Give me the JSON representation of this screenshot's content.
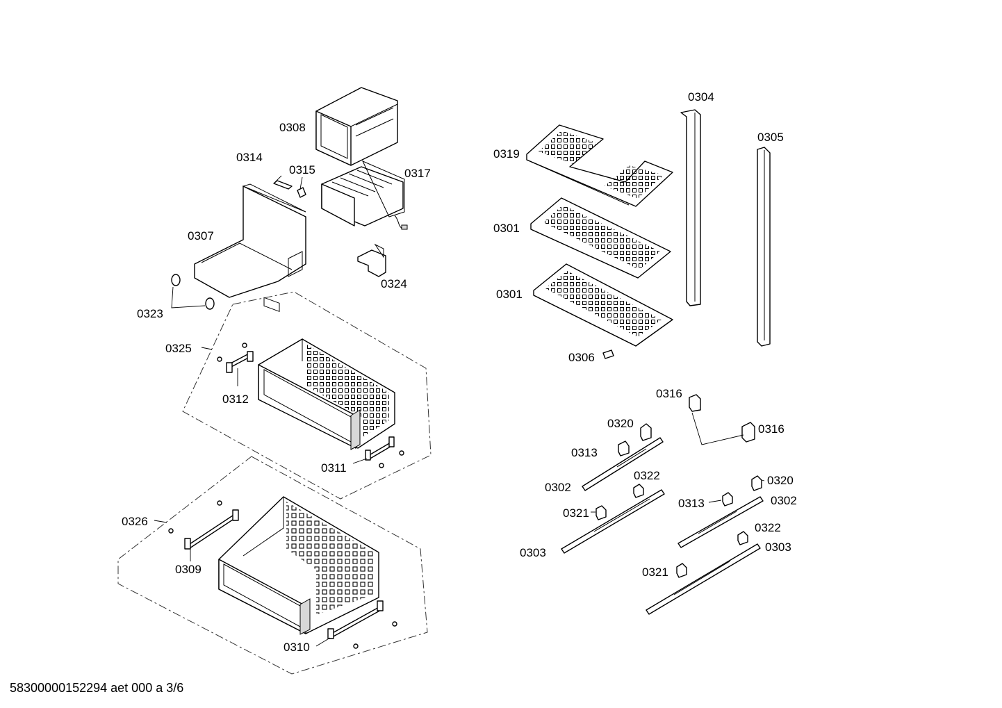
{
  "labels": {
    "l0308": "0308",
    "l0314": "0314",
    "l0315": "0315",
    "l0317": "0317",
    "l0307": "0307",
    "l0324": "0324",
    "l0323": "0323",
    "l0325": "0325",
    "l0312": "0312",
    "l0311": "0311",
    "l0326": "0326",
    "l0309": "0309",
    "l0310": "0310",
    "l0304": "0304",
    "l0305": "0305",
    "l0319": "0319",
    "l0301a": "0301",
    "l0301b": "0301",
    "l0306": "0306",
    "l0316a": "0316",
    "l0316b": "0316",
    "l0320a": "0320",
    "l0313a": "0313",
    "l0322a": "0322",
    "l0302a": "0302",
    "l0321a": "0321",
    "l0303a": "0303",
    "l0320b": "0320",
    "l0313b": "0313",
    "l0302b": "0302",
    "l0322b": "0322",
    "l0303b": "0303",
    "l0321b": "0321"
  },
  "footer": "58300000152294 aet 000 a 3/6"
}
